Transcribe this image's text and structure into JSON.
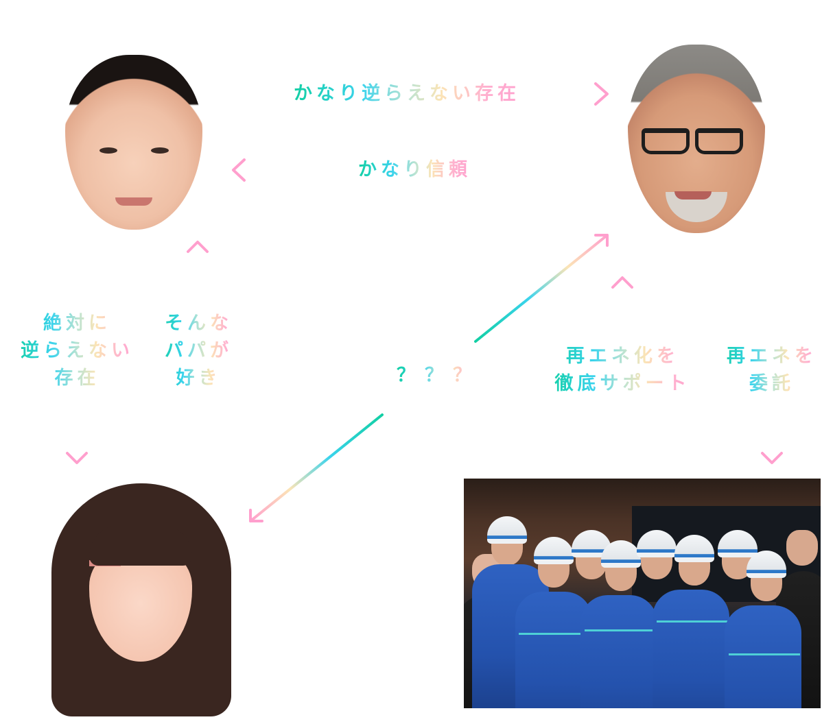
{
  "diagram": {
    "type": "relationship-chart",
    "gradient_colors": [
      "#12cfa4",
      "#3ad3ec",
      "#b9e3d2",
      "#fbe4b6",
      "#ffb0cf"
    ],
    "nodes": {
      "father": {
        "name": "father-face",
        "position": "top-left"
      },
      "boss": {
        "name": "boss-face",
        "position": "top-right"
      },
      "daughter": {
        "name": "daughter-face",
        "position": "bottom-left"
      },
      "team": {
        "name": "team-photo",
        "position": "bottom-right"
      }
    },
    "edges": {
      "father_to_boss": {
        "text": "かなり逆らえない存在",
        "from": "father",
        "to": "boss"
      },
      "boss_to_father": {
        "text": "かなり信頼",
        "from": "boss",
        "to": "father"
      },
      "father_to_daughter": {
        "lines": [
          "絶対に",
          "逆らえない",
          "存在"
        ],
        "from": "father",
        "to": "daughter"
      },
      "daughter_to_father": {
        "lines": [
          "そんな",
          "パパが",
          "好き"
        ],
        "from": "daughter",
        "to": "father"
      },
      "daughter_boss": {
        "text": "？？？",
        "from": "daughter",
        "to": "boss",
        "bidirectional": true
      },
      "team_to_boss": {
        "lines": [
          "再エネ化を",
          "徹底サポート"
        ],
        "from": "team",
        "to": "boss"
      },
      "boss_to_team": {
        "lines": [
          "再エネを",
          "委託"
        ],
        "from": "boss",
        "to": "team"
      }
    }
  }
}
